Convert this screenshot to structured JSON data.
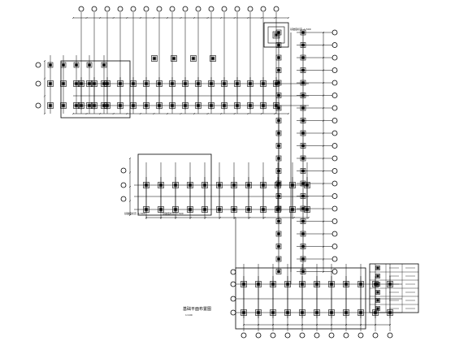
{
  "drawing": {
    "title": "基础平面布置图",
    "scale": "1:100",
    "notes": [
      "基础底标高 -1.500",
      "基础底标高 -1.500",
      "基础底标高 -1.500"
    ]
  },
  "legend": {
    "rows": 6
  },
  "colors": {
    "line": "#000000",
    "background": "#ffffff"
  }
}
